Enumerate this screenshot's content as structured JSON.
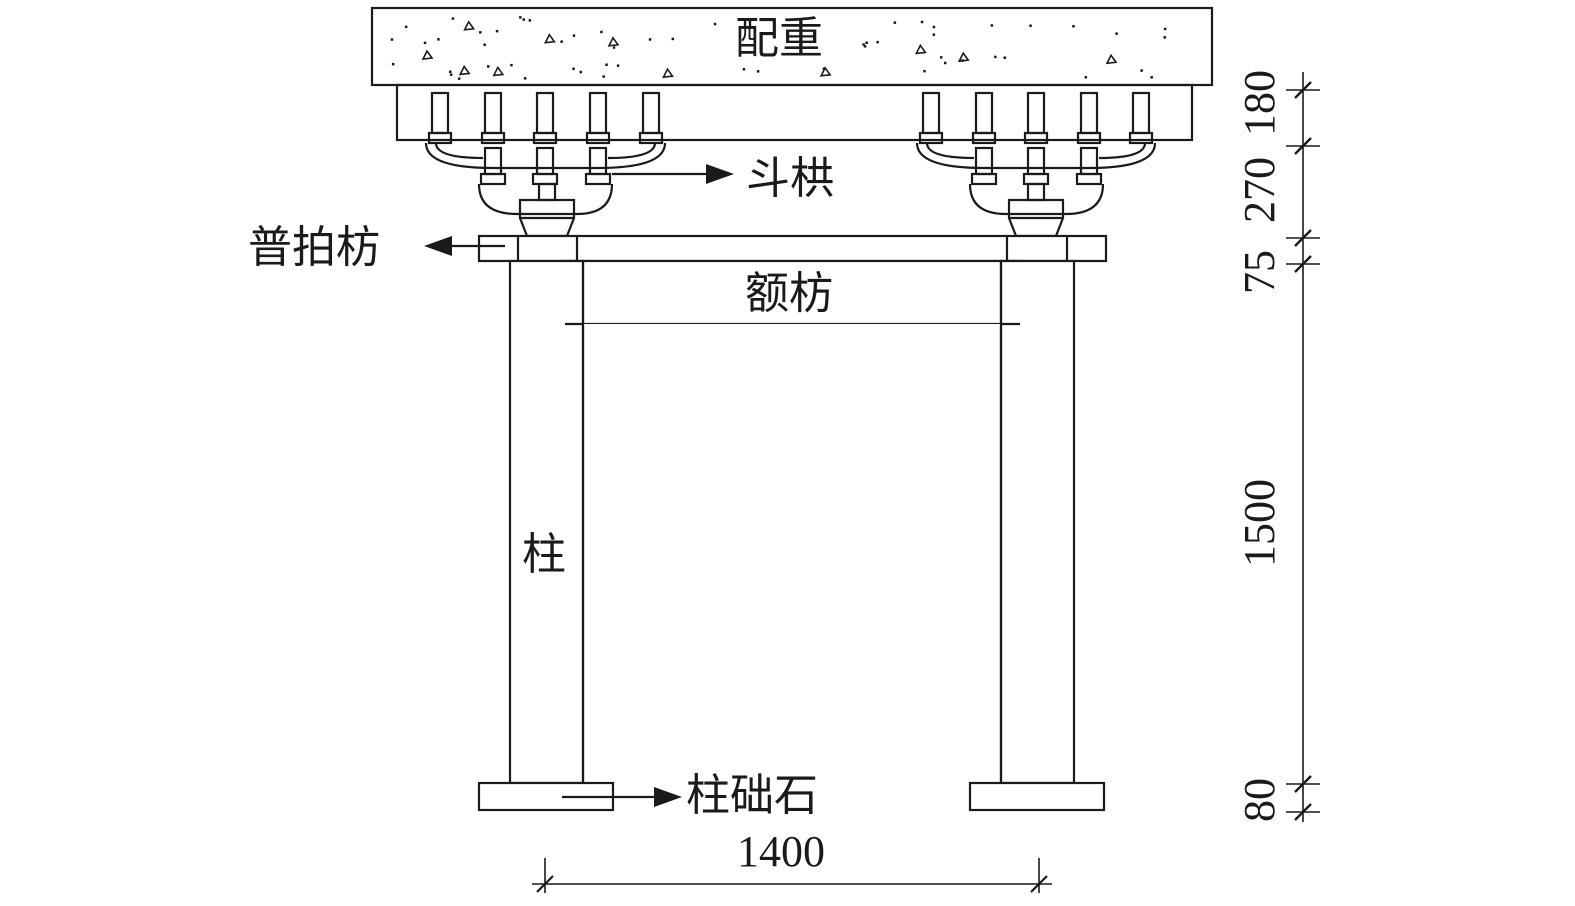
{
  "labels": {
    "counterweight": "配重",
    "bracket": "斗栱",
    "flat_beam": "普拍枋",
    "lintel": "额枋",
    "column": "柱",
    "column_base": "柱础石"
  },
  "dimensions": {
    "top_block": "180",
    "bracket_height": "270",
    "flat_beam_height": "75",
    "column_height": "1500",
    "base_height": "80",
    "span": "1400"
  }
}
